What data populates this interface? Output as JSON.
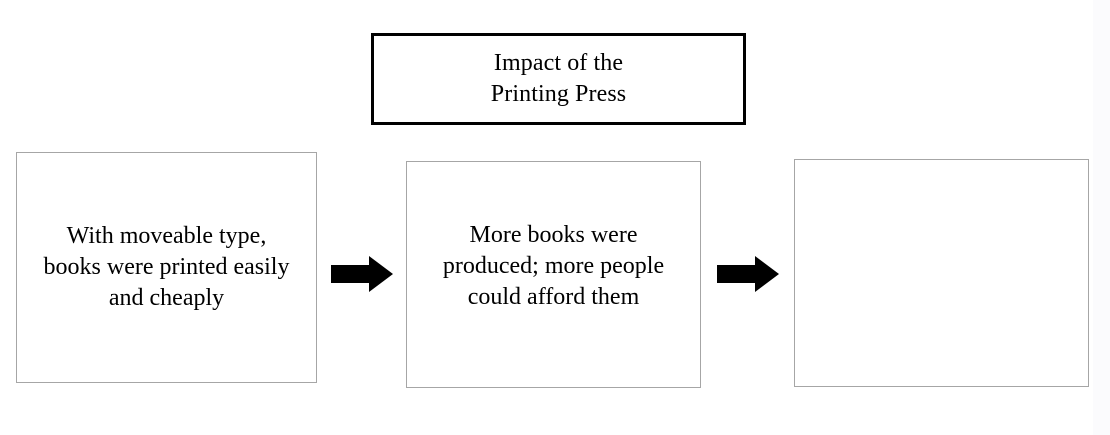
{
  "title_box": {
    "lines": [
      "Impact of the",
      "Printing Press"
    ],
    "border_color": "#000000"
  },
  "boxes": [
    {
      "id": "box-1",
      "lines": [
        "With moveable type,",
        "books were printed easily",
        "and cheaply"
      ],
      "empty": false,
      "border_color": "#a6a6a6"
    },
    {
      "id": "box-2",
      "lines": [
        "More books were",
        "produced; more people",
        "could afford them"
      ],
      "empty": false,
      "border_color": "#a6a6a6"
    },
    {
      "id": "box-3",
      "lines": [],
      "empty": true,
      "border_color": "#a6a6a6"
    }
  ],
  "arrows": [
    {
      "id": "arrow-1",
      "icon": "right-arrow-icon",
      "color": "#000000",
      "direction": "right"
    },
    {
      "id": "arrow-2",
      "icon": "right-arrow-icon",
      "color": "#000000",
      "direction": "right"
    }
  ]
}
